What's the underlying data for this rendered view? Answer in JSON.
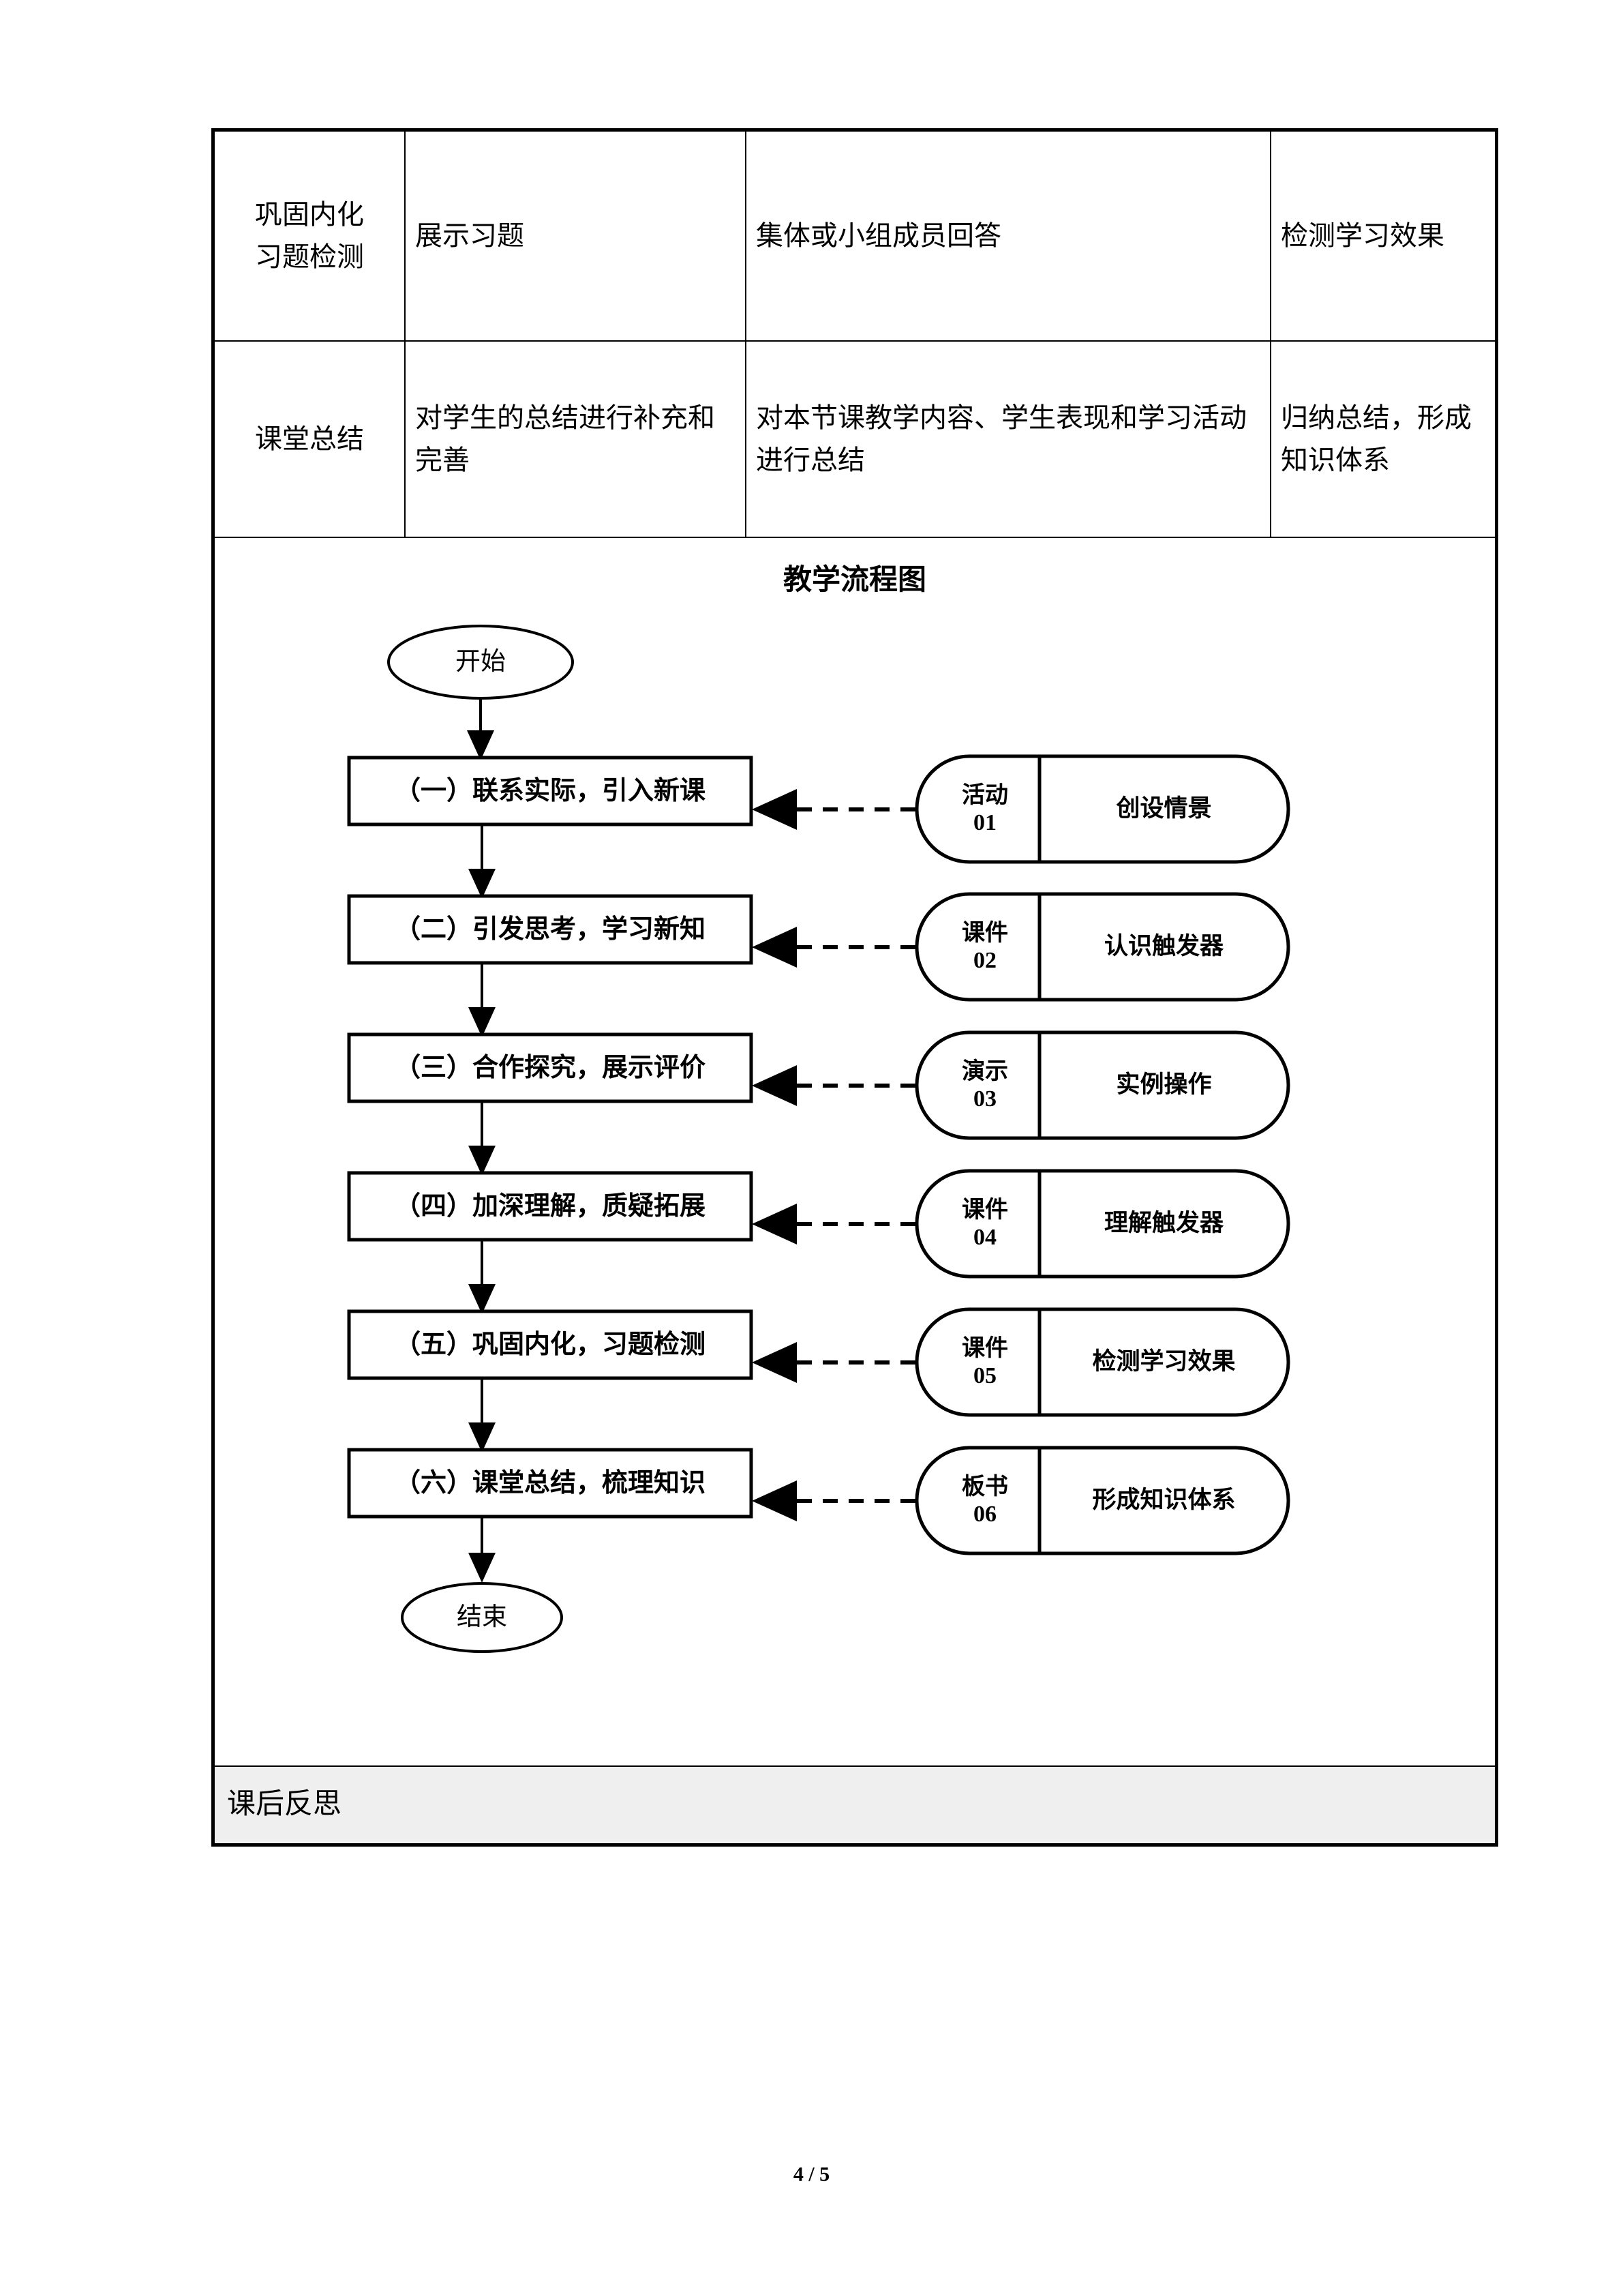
{
  "document": {
    "page_number": "4 / 5"
  },
  "table": {
    "rows": [
      {
        "stage": "巩固内化\n习题检测",
        "teacher_activity": "展示习题",
        "student_activity": "集体或小组成员回答",
        "design_intent": "检测学习效果"
      },
      {
        "stage": "课堂总结",
        "teacher_activity": "对学生的总结进行补充和完善",
        "student_activity": "对本节课教学内容、学生表现和学习活动进行总结",
        "design_intent": "归纳总结，形成知识体系"
      }
    ],
    "footer_label": "课后反思"
  },
  "flowchart": {
    "title": "教学流程图",
    "start_label": "开始",
    "end_label": "结束",
    "steps": [
      {
        "step_label": "（一）联系实际，引入新课",
        "badge_kind": "活动",
        "badge_number": "01",
        "badge_desc": "创设情景"
      },
      {
        "step_label": "（二）引发思考，学习新知",
        "badge_kind": "课件",
        "badge_number": "02",
        "badge_desc": "认识触发器"
      },
      {
        "step_label": "（三）合作探究，展示评价",
        "badge_kind": "演示",
        "badge_number": "03",
        "badge_desc": "实例操作"
      },
      {
        "step_label": "（四）加深理解，质疑拓展",
        "badge_kind": "课件",
        "badge_number": "04",
        "badge_desc": "理解触发器"
      },
      {
        "step_label": "（五）巩固内化，习题检测",
        "badge_kind": "课件",
        "badge_number": "05",
        "badge_desc": "检测学习效果"
      },
      {
        "step_label": "（六）课堂总结，梳理知识",
        "badge_kind": "板书",
        "badge_number": "06",
        "badge_desc": "形成知识体系"
      }
    ]
  },
  "colors": {
    "stroke": "#000000",
    "footer_background": "#efefef",
    "page_background": "#ffffff"
  }
}
